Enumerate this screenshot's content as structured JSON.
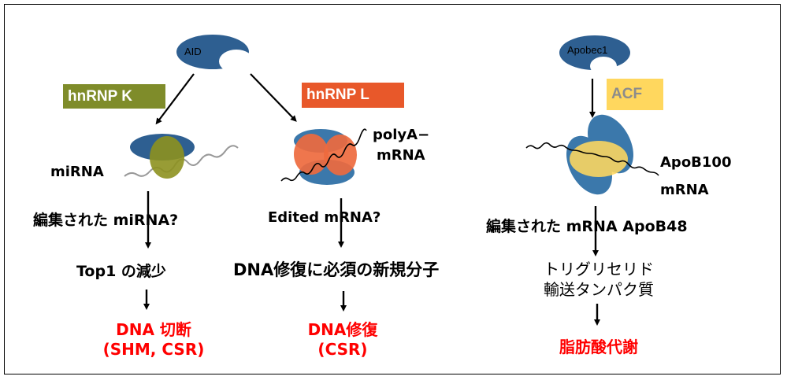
{
  "colors": {
    "protein_blue": "#2e5f91",
    "rna_blue": "#3b78ab",
    "hnrnp_k": "#7f8c2a",
    "hnrnp_k_body": "#8d911f",
    "hnrnp_l": "#e8582a",
    "hnrnp_l_body": "#ee6a3e",
    "acf": "#ffd75e",
    "acf_text": "#8c8c8c",
    "outcome_red": "#ff0000",
    "mirna_line": "#999999"
  },
  "left": {
    "aid_label": "AID",
    "hnrnp_k_label": "hnRNP K",
    "hnrnp_l_label": "hnRNP L",
    "mirna_label": "miRNA",
    "polya_label_1": "polyA−",
    "polya_label_2": "mRNA",
    "edited_mirna": "編集された miRNA?",
    "edited_mrna": "Edited mRNA?",
    "top1": "Top1 の減少",
    "dna_repair_molecule": "DNA修復に必須の新規分子",
    "dna_break_1": "DNA 切断",
    "dna_break_2": "(SHM, CSR)",
    "dna_repair_1": "DNA修復",
    "dna_repair_2": "(CSR)"
  },
  "right": {
    "apobec_label": "Apobec1",
    "acf_label": "ACF",
    "apob100_1": "ApoB100",
    "apob100_2": "mRNA",
    "edited_mrna": "編集された mRNA ApoB48",
    "protein_1": "トリグリセリド",
    "protein_2": "輸送タンパク質",
    "outcome": "脂肪酸代謝"
  }
}
